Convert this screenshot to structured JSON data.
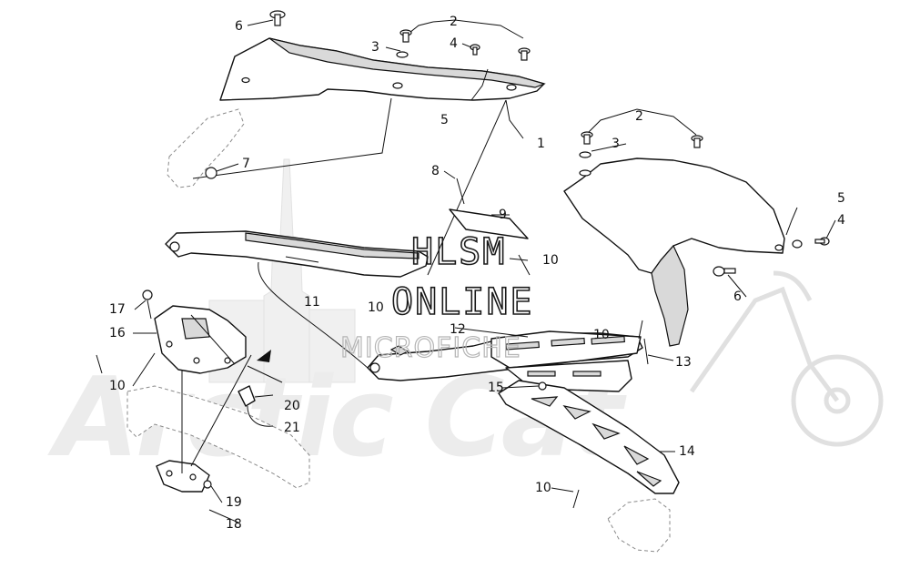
{
  "watermark": {
    "line1": "HLSM",
    "line2": "ONLINE",
    "line3": "MICROFICHE",
    "brand": "Arctic Cat"
  },
  "callouts": [
    "1",
    "2",
    "2",
    "3",
    "3",
    "4",
    "4",
    "5",
    "5",
    "6",
    "6",
    "7",
    "8",
    "9",
    "10",
    "10",
    "10",
    "10",
    "10",
    "11",
    "12",
    "13",
    "14",
    "15",
    "16",
    "17",
    "18",
    "19",
    "20",
    "21"
  ],
  "colors": {
    "line": "#111111",
    "shade": "#d9d9d9",
    "ghost": "#8a8a8a",
    "watermark_bg": "#ececec"
  }
}
